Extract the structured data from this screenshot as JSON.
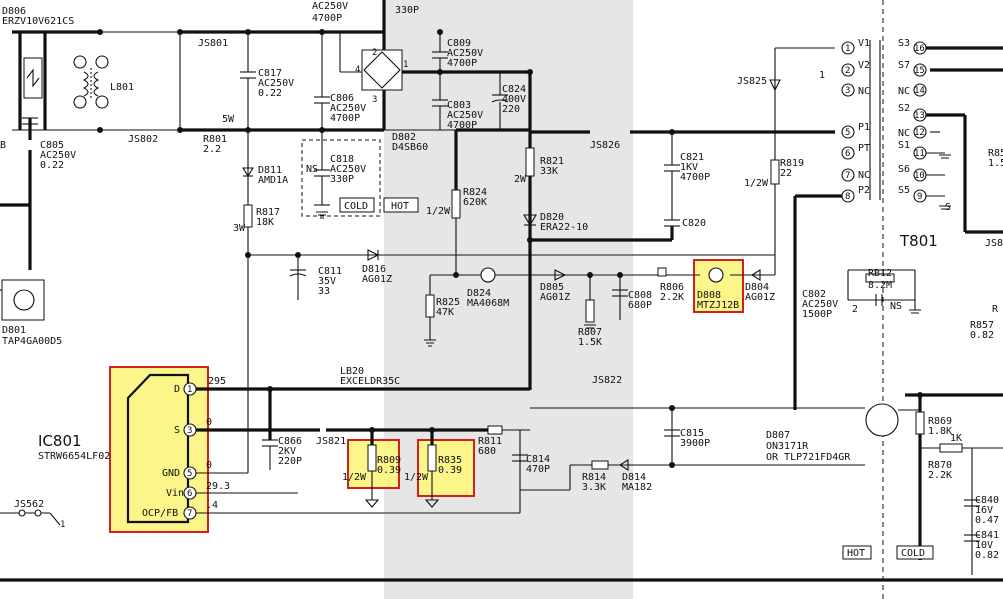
{
  "labels": {
    "d806": "D806",
    "d806_part": "ERZV10V621CS",
    "c807_v": "AC250V",
    "c807_c": "4700P",
    "top_330p": "330P",
    "l801": "L801",
    "c805": "C805",
    "c805_v": "AC250V",
    "c805_c": "0.22",
    "js801": "JS801",
    "js802": "JS802",
    "c817": "C817",
    "c817_v": "AC250V",
    "c817_c": "0.22",
    "r801": "R801",
    "r801_v": "2.2",
    "r801_w": "5W",
    "c806": "C806",
    "c806_v": "AC250V",
    "c806_c": "4700P",
    "c809": "C809",
    "c809_v": "AC250V",
    "c809_c": "4700P",
    "c824": "C824",
    "c824_v": "400V",
    "c824_c": "220",
    "c803": "C803",
    "c803_v": "AC250V",
    "c803_c": "4700P",
    "d802": "D802",
    "d802_part": "D4SB60",
    "ns": "NS",
    "c818": "C818",
    "c818_v": "AC250V",
    "c818_c": "330P",
    "cold": "COLD",
    "hot": "HOT",
    "d811": "D811",
    "d811_part": "AMD1A",
    "r817": "R817",
    "r817_v": "18K",
    "r817_w": "3W",
    "r824": "R824",
    "r824_v": "620K",
    "r824_w": "1/2W",
    "r821": "R821",
    "r821_v": "33K",
    "r821_w": "2W",
    "js826": "JS826",
    "d820": "D820",
    "d820_part": "ERA22-10",
    "c821": "C821",
    "c821_v": "1KV",
    "c821_c": "4700P",
    "c820": "C820",
    "js825": "JS825",
    "r819": "R819",
    "r819_v": "22",
    "r819_w": "1/2W",
    "c811": "C811",
    "c811_v": "35V",
    "c811_c": "33",
    "d816": "D816",
    "d816_part": "AG01Z",
    "d824": "D824",
    "d824_part": "MA4068M",
    "r825": "R825",
    "r825_v": "47K",
    "d805": "D805",
    "d805_part": "AG01Z",
    "c808": "C808",
    "c808_c": "680P",
    "r807": "R807",
    "r807_v": "1.5K",
    "r806": "R806",
    "r806_v": "2.2K",
    "d808": "D808",
    "d808_part": "MTZJ12B",
    "d804": "D804",
    "d804_part": "AG01Z",
    "c802": "C802",
    "c802_v": "AC250V",
    "c802_c": "1500P",
    "rb12": "RB12",
    "rb12_v": "8.2M",
    "ns2": "NS",
    "r857": "R857",
    "r857_v": "0.82",
    "t801": "T801",
    "d801": "D801",
    "d801_part": "TAP4GA00D5",
    "lb20": "LB20",
    "lb20_part": "EXCELDR35C",
    "js822": "JS822",
    "ic801": "IC801",
    "ic801_part": "STRW6654LF02",
    "pin_d": "D",
    "pin_s": "S",
    "pin_gnd": "GND",
    "pin_vin": "Vin",
    "pin_ocp": "OCP/FB",
    "p1": "1",
    "p3": "3",
    "p5": "5",
    "p6": "6",
    "p7": "7",
    "v295": "295",
    "v0a": "0",
    "v0b": "0",
    "v293": "29.3",
    "v4": ".4",
    "c866": "C866",
    "c866_v": "2KV",
    "c866_c": "220P",
    "js821": "JS821",
    "r809": "R809",
    "r809_v": "0.39",
    "r809_w": "1/2W",
    "r835": "R835",
    "r835_v": "0.39",
    "r835_w": "1/2W",
    "r811": "R811",
    "r811_v": "680",
    "c814": "C814",
    "c814_c": "470P",
    "r814": "R814",
    "r814_v": "3.3K",
    "d814": "D814",
    "d814_part": "MA182",
    "c815": "C815",
    "c815_c": "3900P",
    "d807": "D807",
    "d807_part": "ON3171R",
    "d807_alt": "OR TLP721FD4GR",
    "r869": "R869",
    "r869_v": "1.8K",
    "r870": "R870",
    "r870_v": "2.2K",
    "r870_w": "1K",
    "c840": "C840",
    "c840_v": "16V",
    "c840_c": "0.47",
    "c841": "C841",
    "c841_v": "10V",
    "c841_c": "0.82",
    "hot2": "HOT",
    "cold2": "COLD",
    "js562": "JS562",
    "v1": "V1",
    "v2": "V2",
    "nc1": "NC",
    "p1t": "P1",
    "pt": "PT",
    "nc2": "NC",
    "p2": "P2",
    "s3": "S3",
    "s7": "S7",
    "nc3": "NC",
    "s2": "S2",
    "nc4": "NC",
    "s1": "S1",
    "s6": "S6",
    "s5": "S5",
    "n1": "1",
    "n2": "2",
    "n3": "3",
    "n4": "4",
    "n5": "5",
    "n6": "6",
    "n7": "7",
    "n8": "8",
    "n9": "9",
    "n10": "10",
    "n11": "11",
    "n12": "12",
    "n13": "13",
    "n14": "14",
    "n15": "15",
    "n16": "16",
    "s_label": "S",
    "one": "1",
    "two": "2",
    "r85": "R85",
    "r85_v": "1.5",
    "js8": "JS8",
    "r1": "R",
    "b_label": "B",
    "one_b": "1"
  }
}
